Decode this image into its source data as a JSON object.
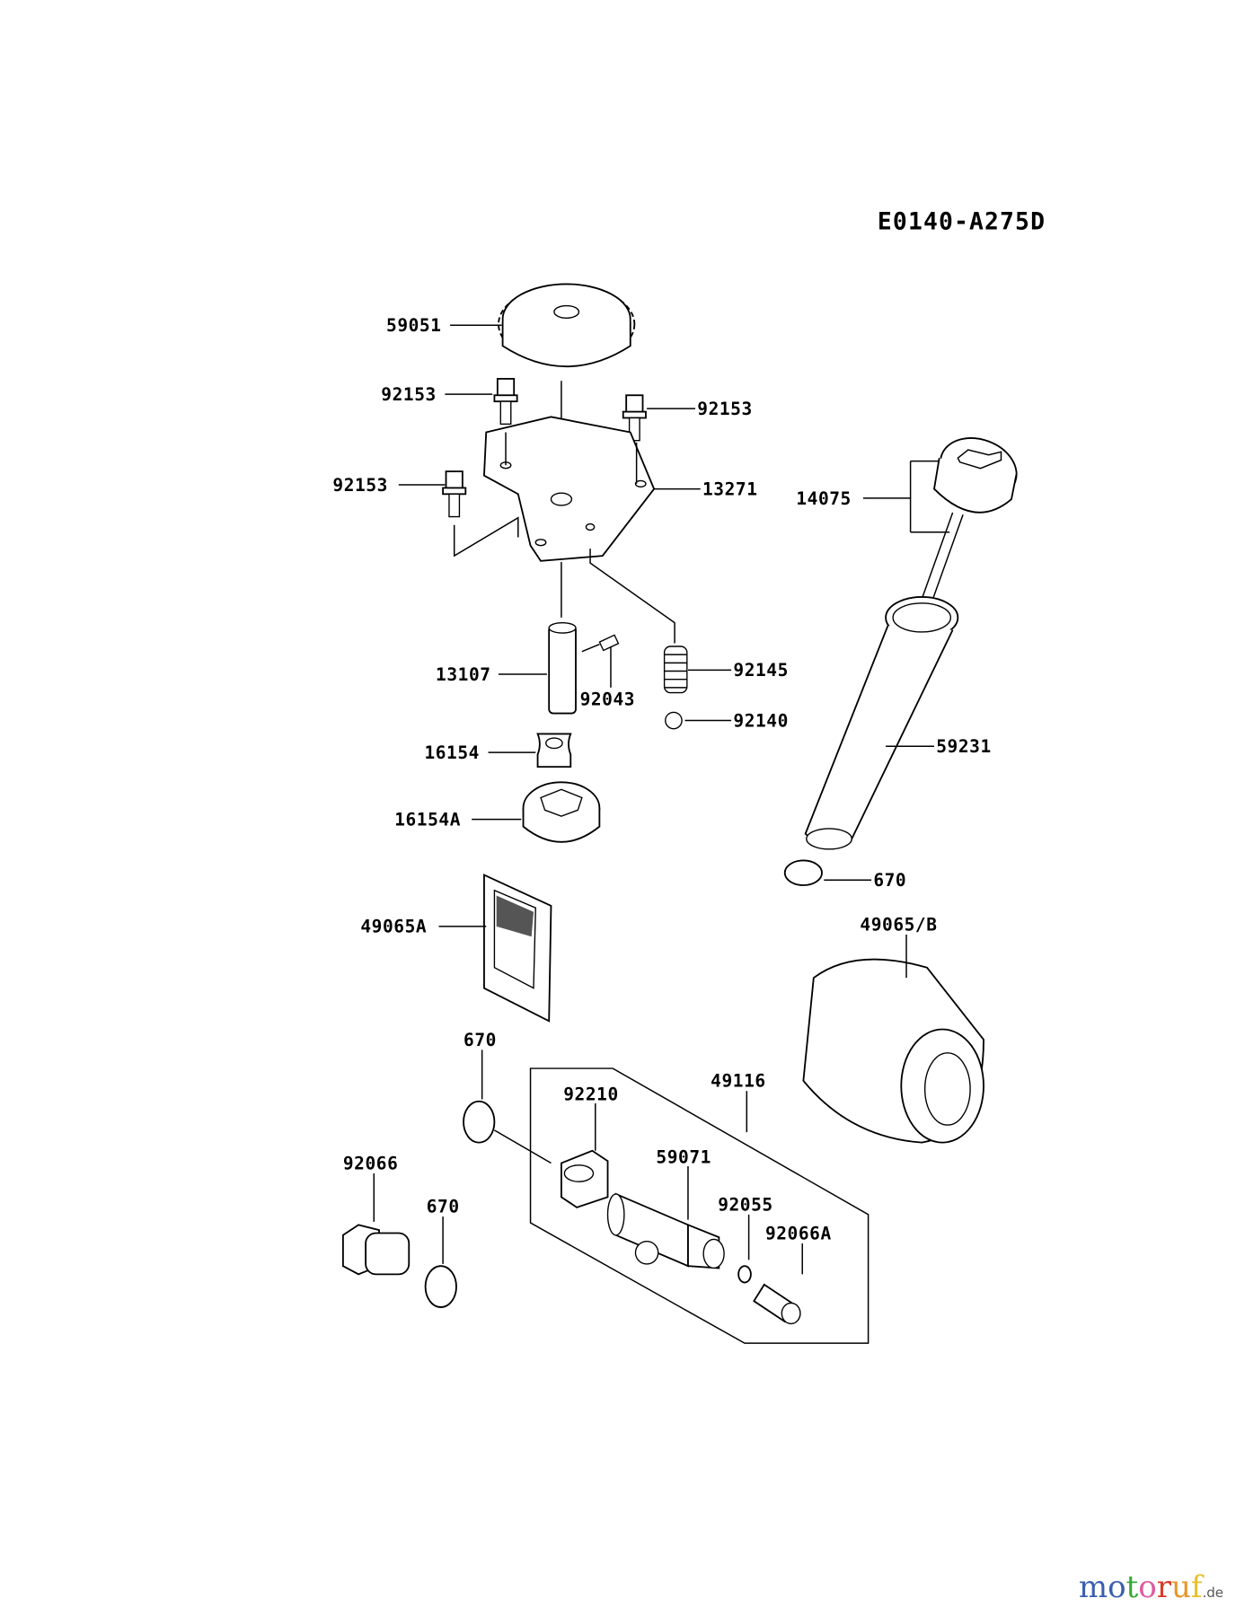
{
  "diagram_code": "E0140-A275D",
  "parts": {
    "gear": "59051",
    "bolt_a": "92153",
    "bolt_b": "92153",
    "bolt_c": "92153",
    "cover_plate": "13271",
    "oil_cap_gauge": "14075",
    "shaft": "13107",
    "pin": "92043",
    "spring": "92145",
    "ball": "92140",
    "inner_rotor": "16154",
    "tube": "59231",
    "outer_rotor": "16154A",
    "oring_tube": "670",
    "screen": "49065A",
    "oil_filter": "49065/B",
    "oring_upper": "670",
    "fitting_assy": "49116",
    "nut": "92210",
    "pipe_fitting": "59071",
    "drain_plug": "92066",
    "oring_plug": "670",
    "oring_small": "92055",
    "plug_small": "92066A"
  },
  "watermark": {
    "brand": "motoruf",
    "tld": ".de"
  }
}
